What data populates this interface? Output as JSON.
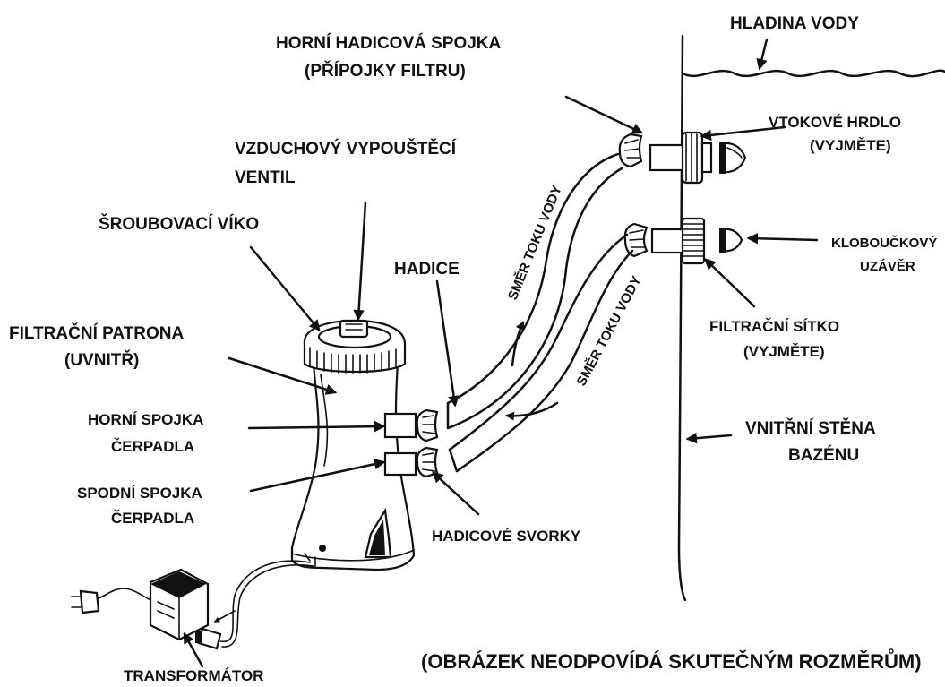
{
  "labels": {
    "water_level": "HLADINA VODY",
    "upper_hose_conn_l1": "HORNÍ HADICOVÁ SPOJKA",
    "upper_hose_conn_l2": "(PŘÍPOJKY FILTRU)",
    "inlet_l1": "VTOKOVÉ HRDLO",
    "inlet_l2": "(VYJMĚTE)",
    "air_valve_l1": "VZDUCHOVÝ VYPOUŠTĚCÍ",
    "air_valve_l2": "VENTIL",
    "screw_cap": "ŠROUBOVACÍ VÍKO",
    "cap_plug_l1": "KLOBOUČKOVÝ",
    "cap_plug_l2": "UZÁVĚR",
    "hose": "HADICE",
    "cartridge_l1": "FILTRAČNÍ PATRONA",
    "cartridge_l2": "(UVNITŘ)",
    "strainer_l1": "FILTRAČNÍ SÍTKO",
    "strainer_l2": "(VYJMĚTE)",
    "upper_pump_l1": "HORNÍ SPOJKA",
    "upper_pump_l2": "ČERPADLA",
    "inner_wall_l1": "VNITŘNÍ STĚNA",
    "inner_wall_l2": "BAZÉNU",
    "lower_pump_l1": "SPODNÍ SPOJKA",
    "lower_pump_l2": "ČERPADLA",
    "hose_clamps": "HADICOVÉ SVORKY",
    "transformer": "TRANSFORMÁTOR",
    "flow_direction_1": "SMĚR TOKU VODY",
    "flow_direction_2": "SMĚR TOKU VODY",
    "disclaimer": "(OBRÁZEK NEODPOVÍDÁ SKUTEČNÝM ROZMĚRŮM)"
  },
  "colors": {
    "ink": "#111111",
    "background": "#ffffff"
  }
}
